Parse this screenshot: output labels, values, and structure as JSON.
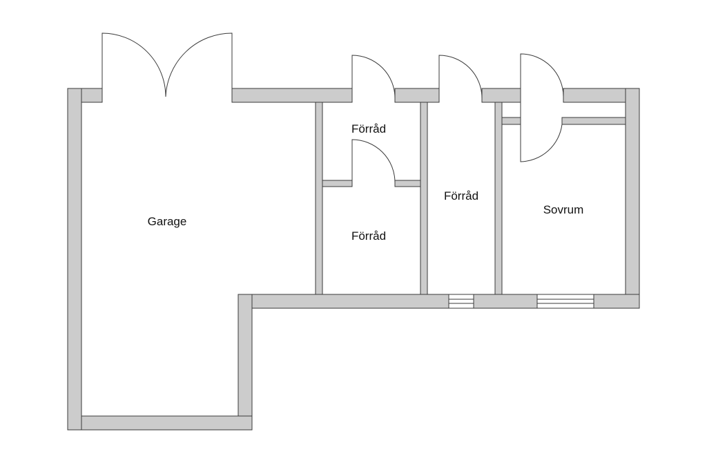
{
  "rooms": {
    "garage": "Garage",
    "storage_top": "Förråd",
    "storage_bottom": "Förråd",
    "storage_middle": "Förråd",
    "bedroom": "Sovrum"
  },
  "colors": {
    "wall_fill": "#cccccc",
    "line": "#3a3a3a",
    "background": "#ffffff"
  }
}
